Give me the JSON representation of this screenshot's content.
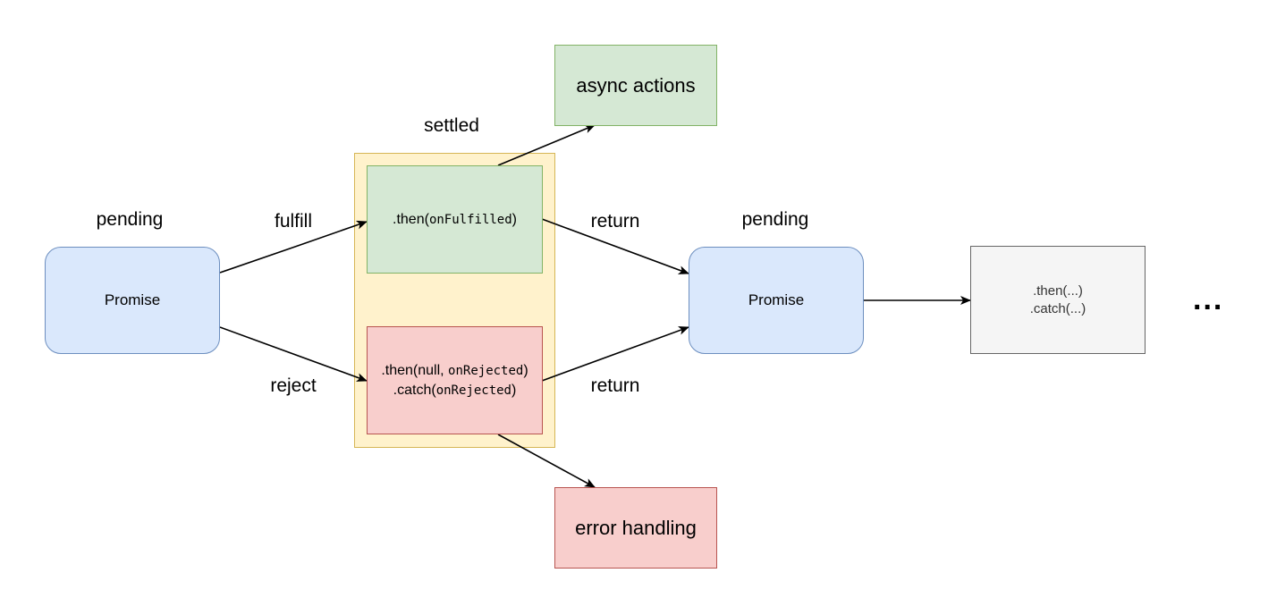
{
  "labels": {
    "pending_left": "pending",
    "pending_right": "pending",
    "settled": "settled",
    "fulfill": "fulfill",
    "reject": "reject",
    "return_top": "return",
    "return_bottom": "return"
  },
  "nodes": {
    "promise_left": "Promise",
    "promise_right": "Promise",
    "then_handler": {
      "method": ".then(",
      "arg": "onFulfilled",
      "close": ")"
    },
    "catch_handler": {
      "line1_method": ".then(null, ",
      "line1_arg": "onRejected",
      "line1_close": ")",
      "line2_method": ".catch(",
      "line2_arg": "onRejected",
      "line2_close": ")"
    },
    "async_actions": "async actions",
    "error_handling": "error handling",
    "next_chain": {
      "line1": ".then(...)",
      "line2": ".catch(...)"
    },
    "ellipsis": "..."
  },
  "colors": {
    "promise_fill": "#dae8fc",
    "promise_stroke": "#6c8ebf",
    "green_fill": "#d5e8d4",
    "green_stroke": "#82b366",
    "red_fill": "#f8cecc",
    "red_stroke": "#b85450",
    "settled_fill": "#fff2cc",
    "settled_stroke": "#d6b656",
    "grey_fill": "#f5f5f5",
    "grey_stroke": "#666666"
  }
}
